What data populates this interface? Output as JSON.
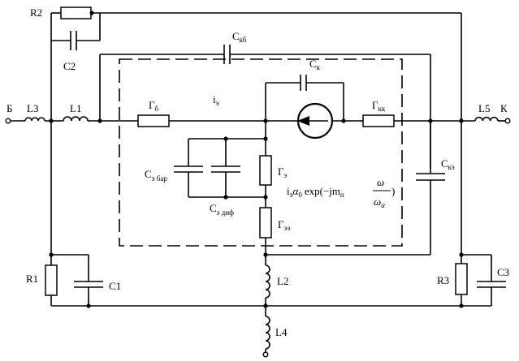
{
  "labels": {
    "B": "Б",
    "K": "К",
    "L3": "L3",
    "L1": "L1",
    "L5": "L5",
    "L2": "L2",
    "L4": "L4",
    "R1": "R1",
    "R2": "R2",
    "R3": "R3",
    "C1": "C1",
    "C2": "C2",
    "C3": "C3",
    "r_b": "Г",
    "r_b_sub": "б",
    "r_kk": "Г",
    "r_kk_sub": "кк",
    "r_e": "Г",
    "r_e_sub": "э",
    "r_ee": "Г",
    "r_ee_sub": "ээ",
    "c_kb": "С",
    "c_kb_sub": "кб",
    "c_k": "С",
    "c_k_sub": "к",
    "c_ke": "С",
    "c_ke_sub": "кэ",
    "c_ebar": "С",
    "c_ebar_sub": "э бар",
    "c_edif": "С",
    "c_edif_sub": "э диф",
    "i_e": "i",
    "i_e_sub": "э",
    "gen_i": "i",
    "gen_i_sub": "э",
    "gen_alpha": "α",
    "gen_alpha_sub": "0",
    "gen_exp": "exp(−jm",
    "gen_alpha2": "α",
    "gen_omega_num": "ω",
    "gen_omega_den": "ω",
    "gen_omega_den_sub": "α",
    "gen_close": ")"
  }
}
